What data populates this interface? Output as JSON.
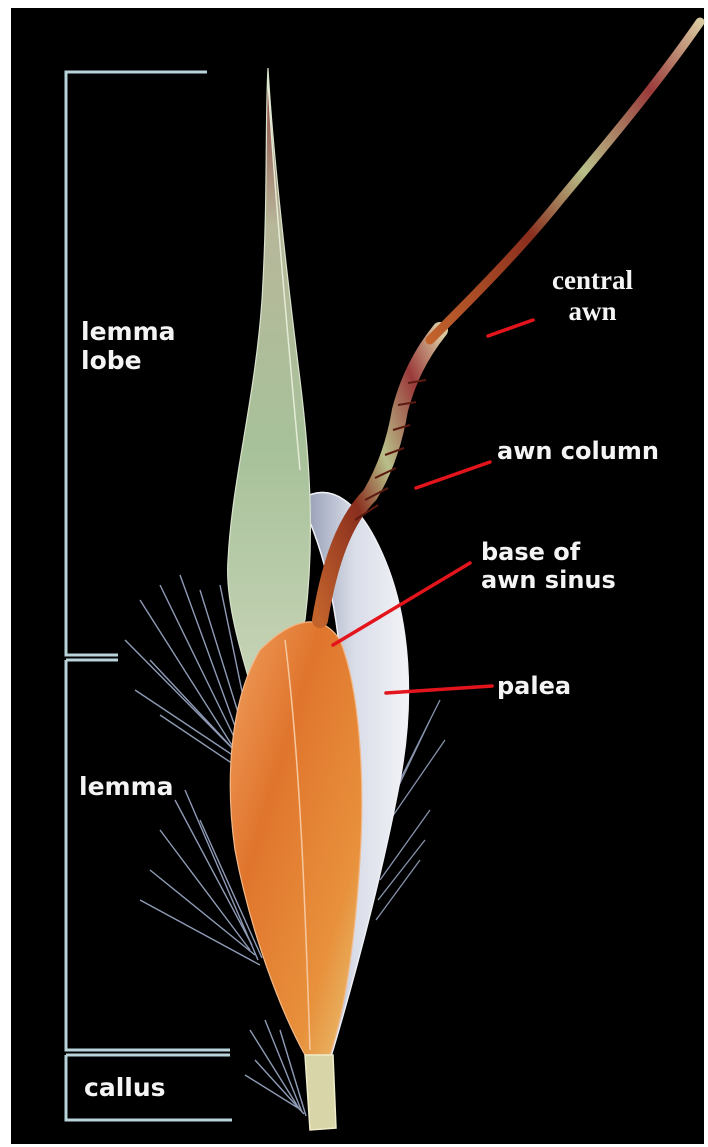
{
  "labels": {
    "central_awn": [
      "central",
      "awn"
    ],
    "awn_column": "awn column",
    "base_of_awn_sinus": [
      "base of",
      "awn sinus"
    ],
    "palea": "palea",
    "lemma_lobe": [
      "lemma",
      "lobe"
    ],
    "lemma": "lemma",
    "callus": "callus"
  },
  "colors": {
    "background": "#000000",
    "label_text": "#f4f4f4",
    "pointer_lines": "#e3141b",
    "bracket_lines": "#b9d3da",
    "lemma_orange": "#e0752d",
    "lobe_green": "#a7c19a",
    "palea_silver": "#c9cfdc",
    "awn_brown": "#9a3a22"
  }
}
